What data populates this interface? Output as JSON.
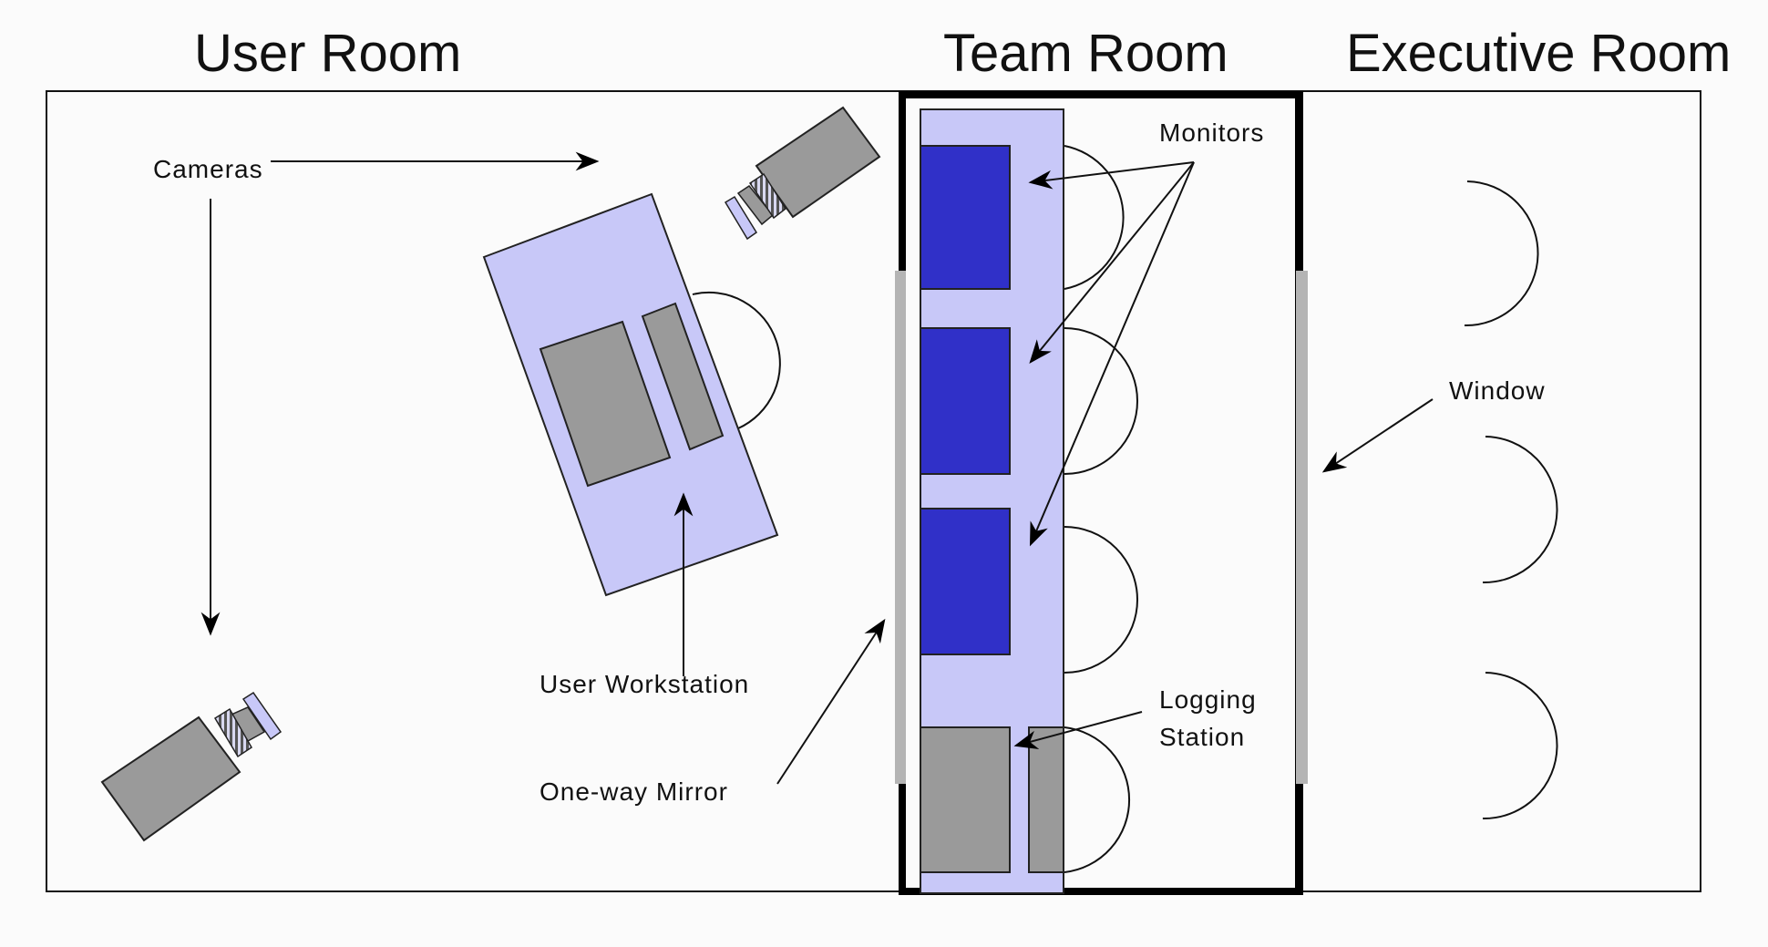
{
  "diagram": {
    "type": "floor-plan",
    "subject": "usability lab layout"
  },
  "rooms": [
    {
      "id": "user-room",
      "title": "User Room"
    },
    {
      "id": "team-room",
      "title": "Team Room"
    },
    {
      "id": "executive-room",
      "title": "Executive Room"
    }
  ],
  "labels": {
    "cameras": "Cameras",
    "user_workstation": "User Workstation",
    "one_way_mirror": "One-way Mirror",
    "monitors": "Monitors",
    "logging_line1": "Logging",
    "logging_line2": "Station",
    "window": "Window"
  },
  "counts": {
    "cameras": 2,
    "team_monitors": 3,
    "team_chairs": 4,
    "executive_chairs": 3
  },
  "colors": {
    "background": "#fbfbfb",
    "desk": "#c8c8f8",
    "monitor": "#3030c8",
    "equipment_gray": "#9a9a9a",
    "glass_gray": "#b4b4b4",
    "wall": "#000000"
  }
}
